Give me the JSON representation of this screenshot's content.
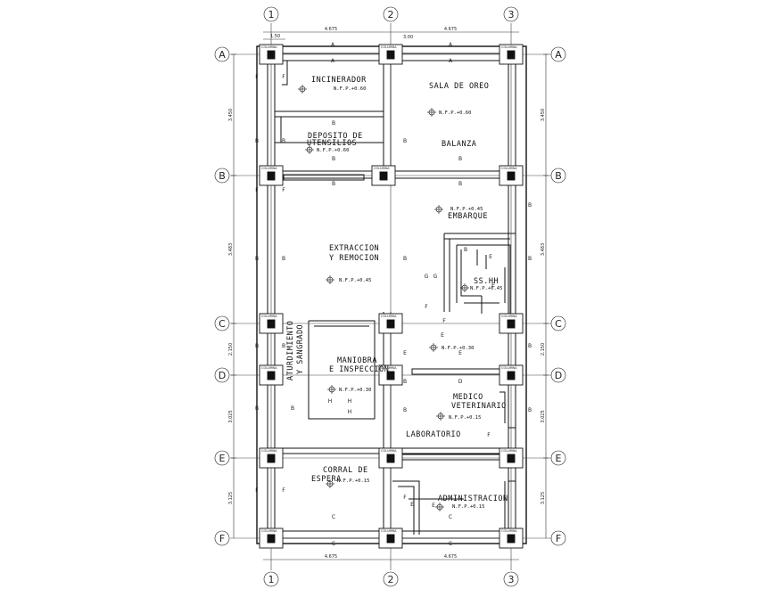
{
  "axes": {
    "columns": [
      "1",
      "2",
      "3"
    ],
    "rows": [
      "A",
      "B",
      "C",
      "D",
      "E",
      "F"
    ]
  },
  "dimensions": {
    "top_spans": [
      "4.675",
      "4.675"
    ],
    "bottom_spans": [
      "4.675",
      "4.675"
    ],
    "top_sub": "1.50",
    "top_note": "3.00",
    "left_spans": [
      "3.450",
      "3.483",
      "2.150",
      "3.025",
      "3.125"
    ],
    "right_spans": [
      "3.450",
      "3.483",
      "2.150",
      "3.025",
      "3.125"
    ]
  },
  "rooms": {
    "incinerador": "INCINERADOR",
    "sala_oreo": "SALA DE OREO",
    "deposito_1": "DEPOSITO DE",
    "deposito_2": "UTENSILIOS",
    "balanza": "BALANZA",
    "embarque": "EMBARQUE",
    "extraccion_1": "EXTRACCION",
    "extraccion_2": "Y REMOCION",
    "sshh": "SS.HH",
    "aturdimiento_1": "ATURDIMIENTO",
    "aturdimiento_2": "Y SANGRADO",
    "maniobra_1": "MANIOBRA",
    "maniobra_2": "E INSPECCION",
    "medico_1": "MEDICO",
    "medico_2": "VETERINARIO",
    "laboratorio": "LABORATORIO",
    "corral_1": "CORRAL DE",
    "corral_2": "ESPERA",
    "administracion": "ADMINISTRACION"
  },
  "levels": {
    "incinerador": "N.F.P.+0.60",
    "sala_oreo": "N.F.P.+0.60",
    "deposito": "N.F.P.+0.60",
    "embarque": "N.F.P.+0.45",
    "extraccion": "N.F.P.+0.45",
    "sshh": "N.F.P.+0.45",
    "patio": "N.F.P.+0.30",
    "maniobra": "N.F.P.+0.30",
    "medico": "N.F.P.+0.15",
    "corral": "N.F.P.+0.15",
    "administracion": "N.F.P.+0.15"
  },
  "section_marks": [
    "A",
    "B",
    "C",
    "D",
    "E",
    "F",
    "G",
    "H"
  ],
  "column_tag": "COLUMNA"
}
